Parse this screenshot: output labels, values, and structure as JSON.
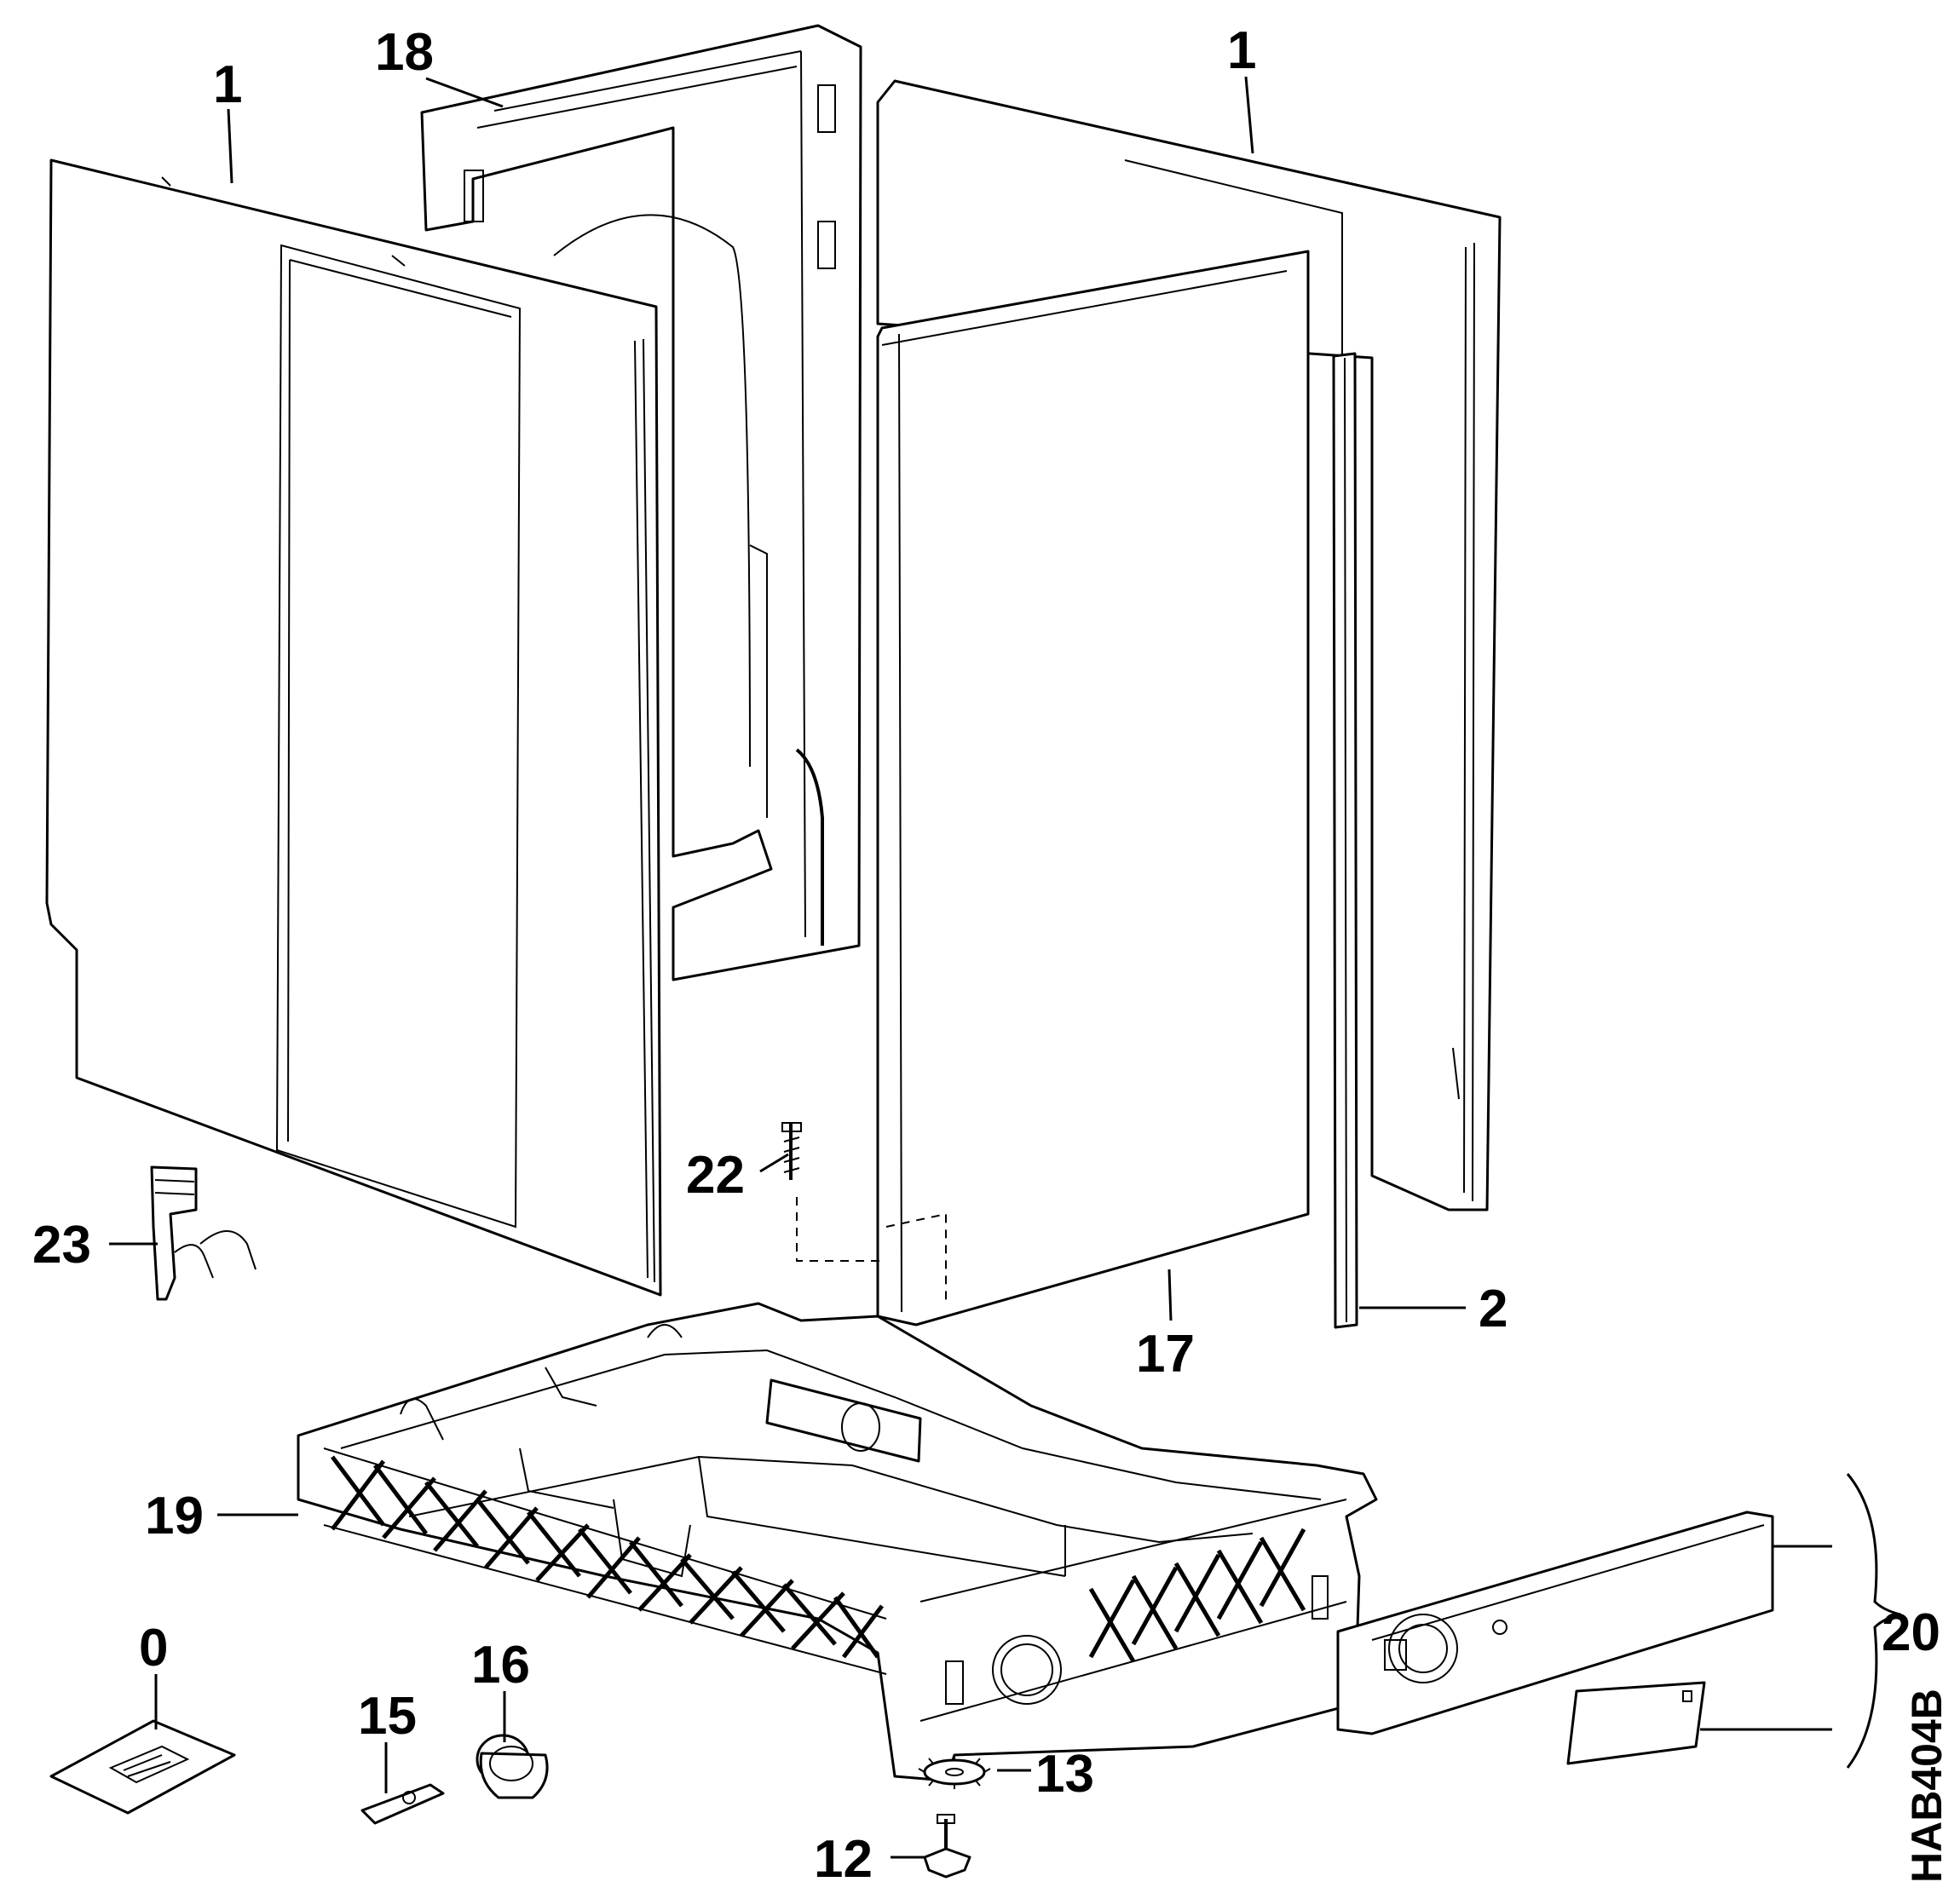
{
  "callouts": {
    "c1a": "1",
    "c18": "18",
    "c1b": "1",
    "c22": "22",
    "c23": "23",
    "c2": "2",
    "c17": "17",
    "c19": "19",
    "c20": "20",
    "c0": "0",
    "c16": "16",
    "c15": "15",
    "c13": "13",
    "c12": "12"
  },
  "drawing_code": "HAB404B"
}
